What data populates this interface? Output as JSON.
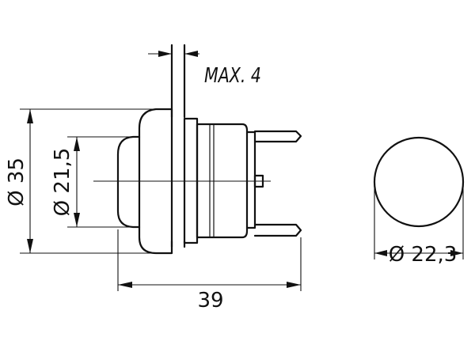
{
  "dimensions": {
    "max_thickness": "MAX. 4",
    "body_diameter": "Ø 35",
    "cap_diameter": "Ø 21,5",
    "overall_length": "39",
    "mounting_hole": "Ø 22,3"
  },
  "colors": {
    "line": "#111111",
    "background": "#ffffff"
  }
}
